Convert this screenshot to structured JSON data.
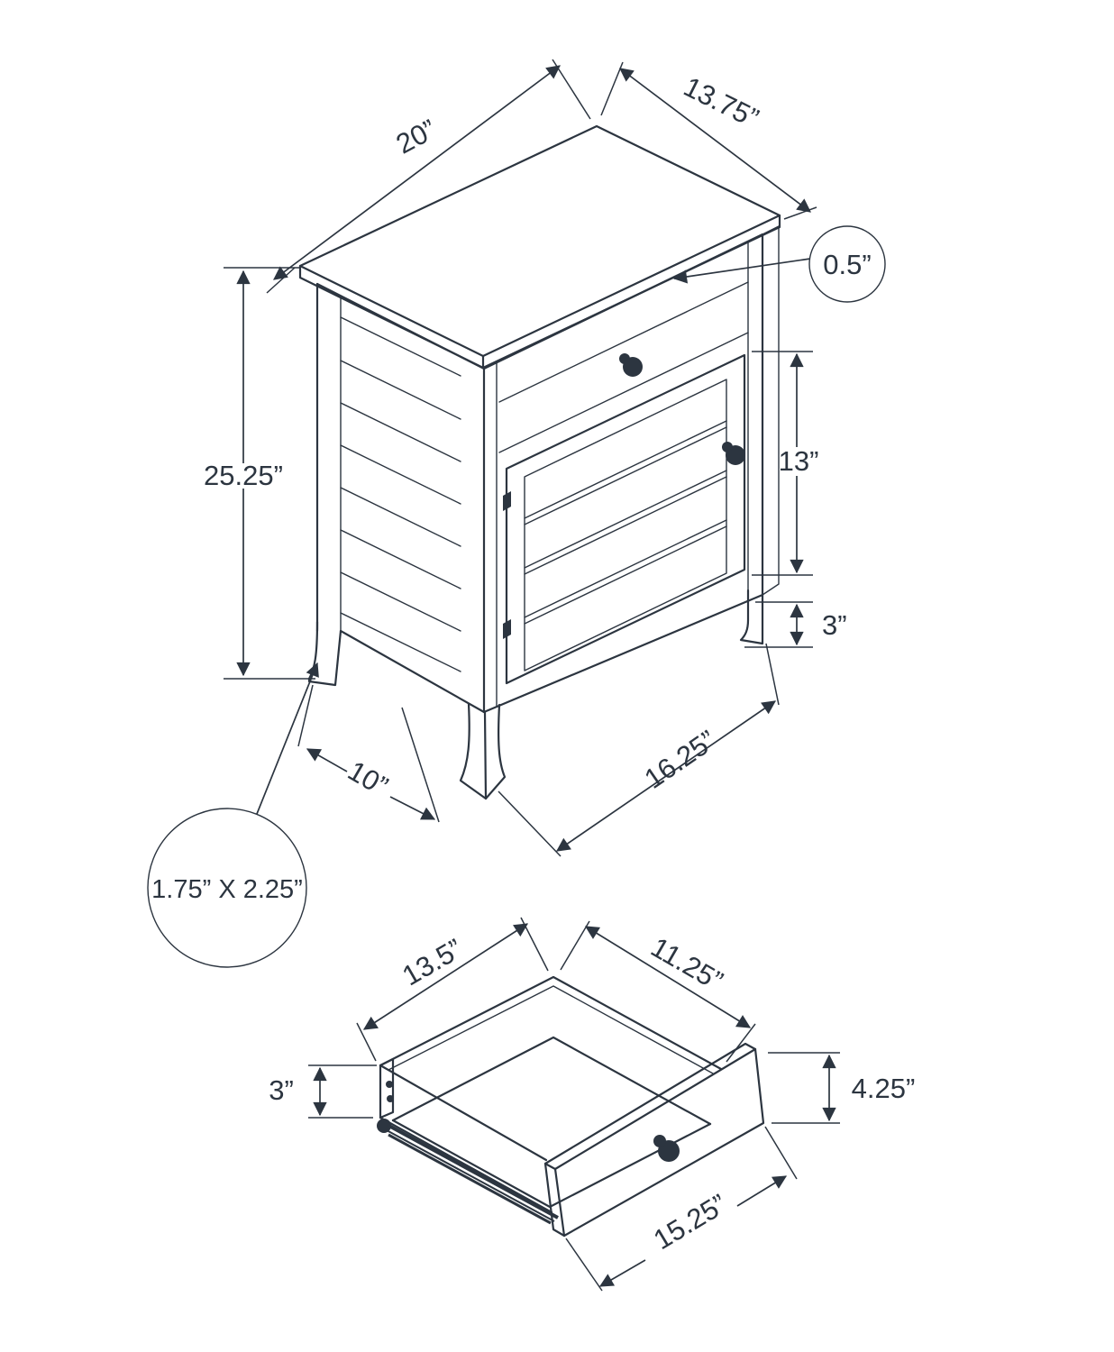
{
  "diagram": {
    "kind": "furniture dimension drawing",
    "views": [
      "accent table isometric",
      "drawer isometric"
    ],
    "colors": {
      "line": "#2c3540",
      "background": "#ffffff"
    }
  },
  "table": {
    "top_width": "20”",
    "top_depth": "13.75”",
    "top_thickness": "0.5”",
    "overall_height": "25.25”",
    "door_height": "13”",
    "leg_height": "3”",
    "front_width": "16.25”",
    "side_depth": "10”",
    "leg_cross_section": "1.75” X 2.25”"
  },
  "drawer": {
    "interior_depth": "13.5”",
    "interior_width": "11.25”",
    "side_height": "3”",
    "front_height": "4.25”",
    "front_width": "15.25”"
  }
}
